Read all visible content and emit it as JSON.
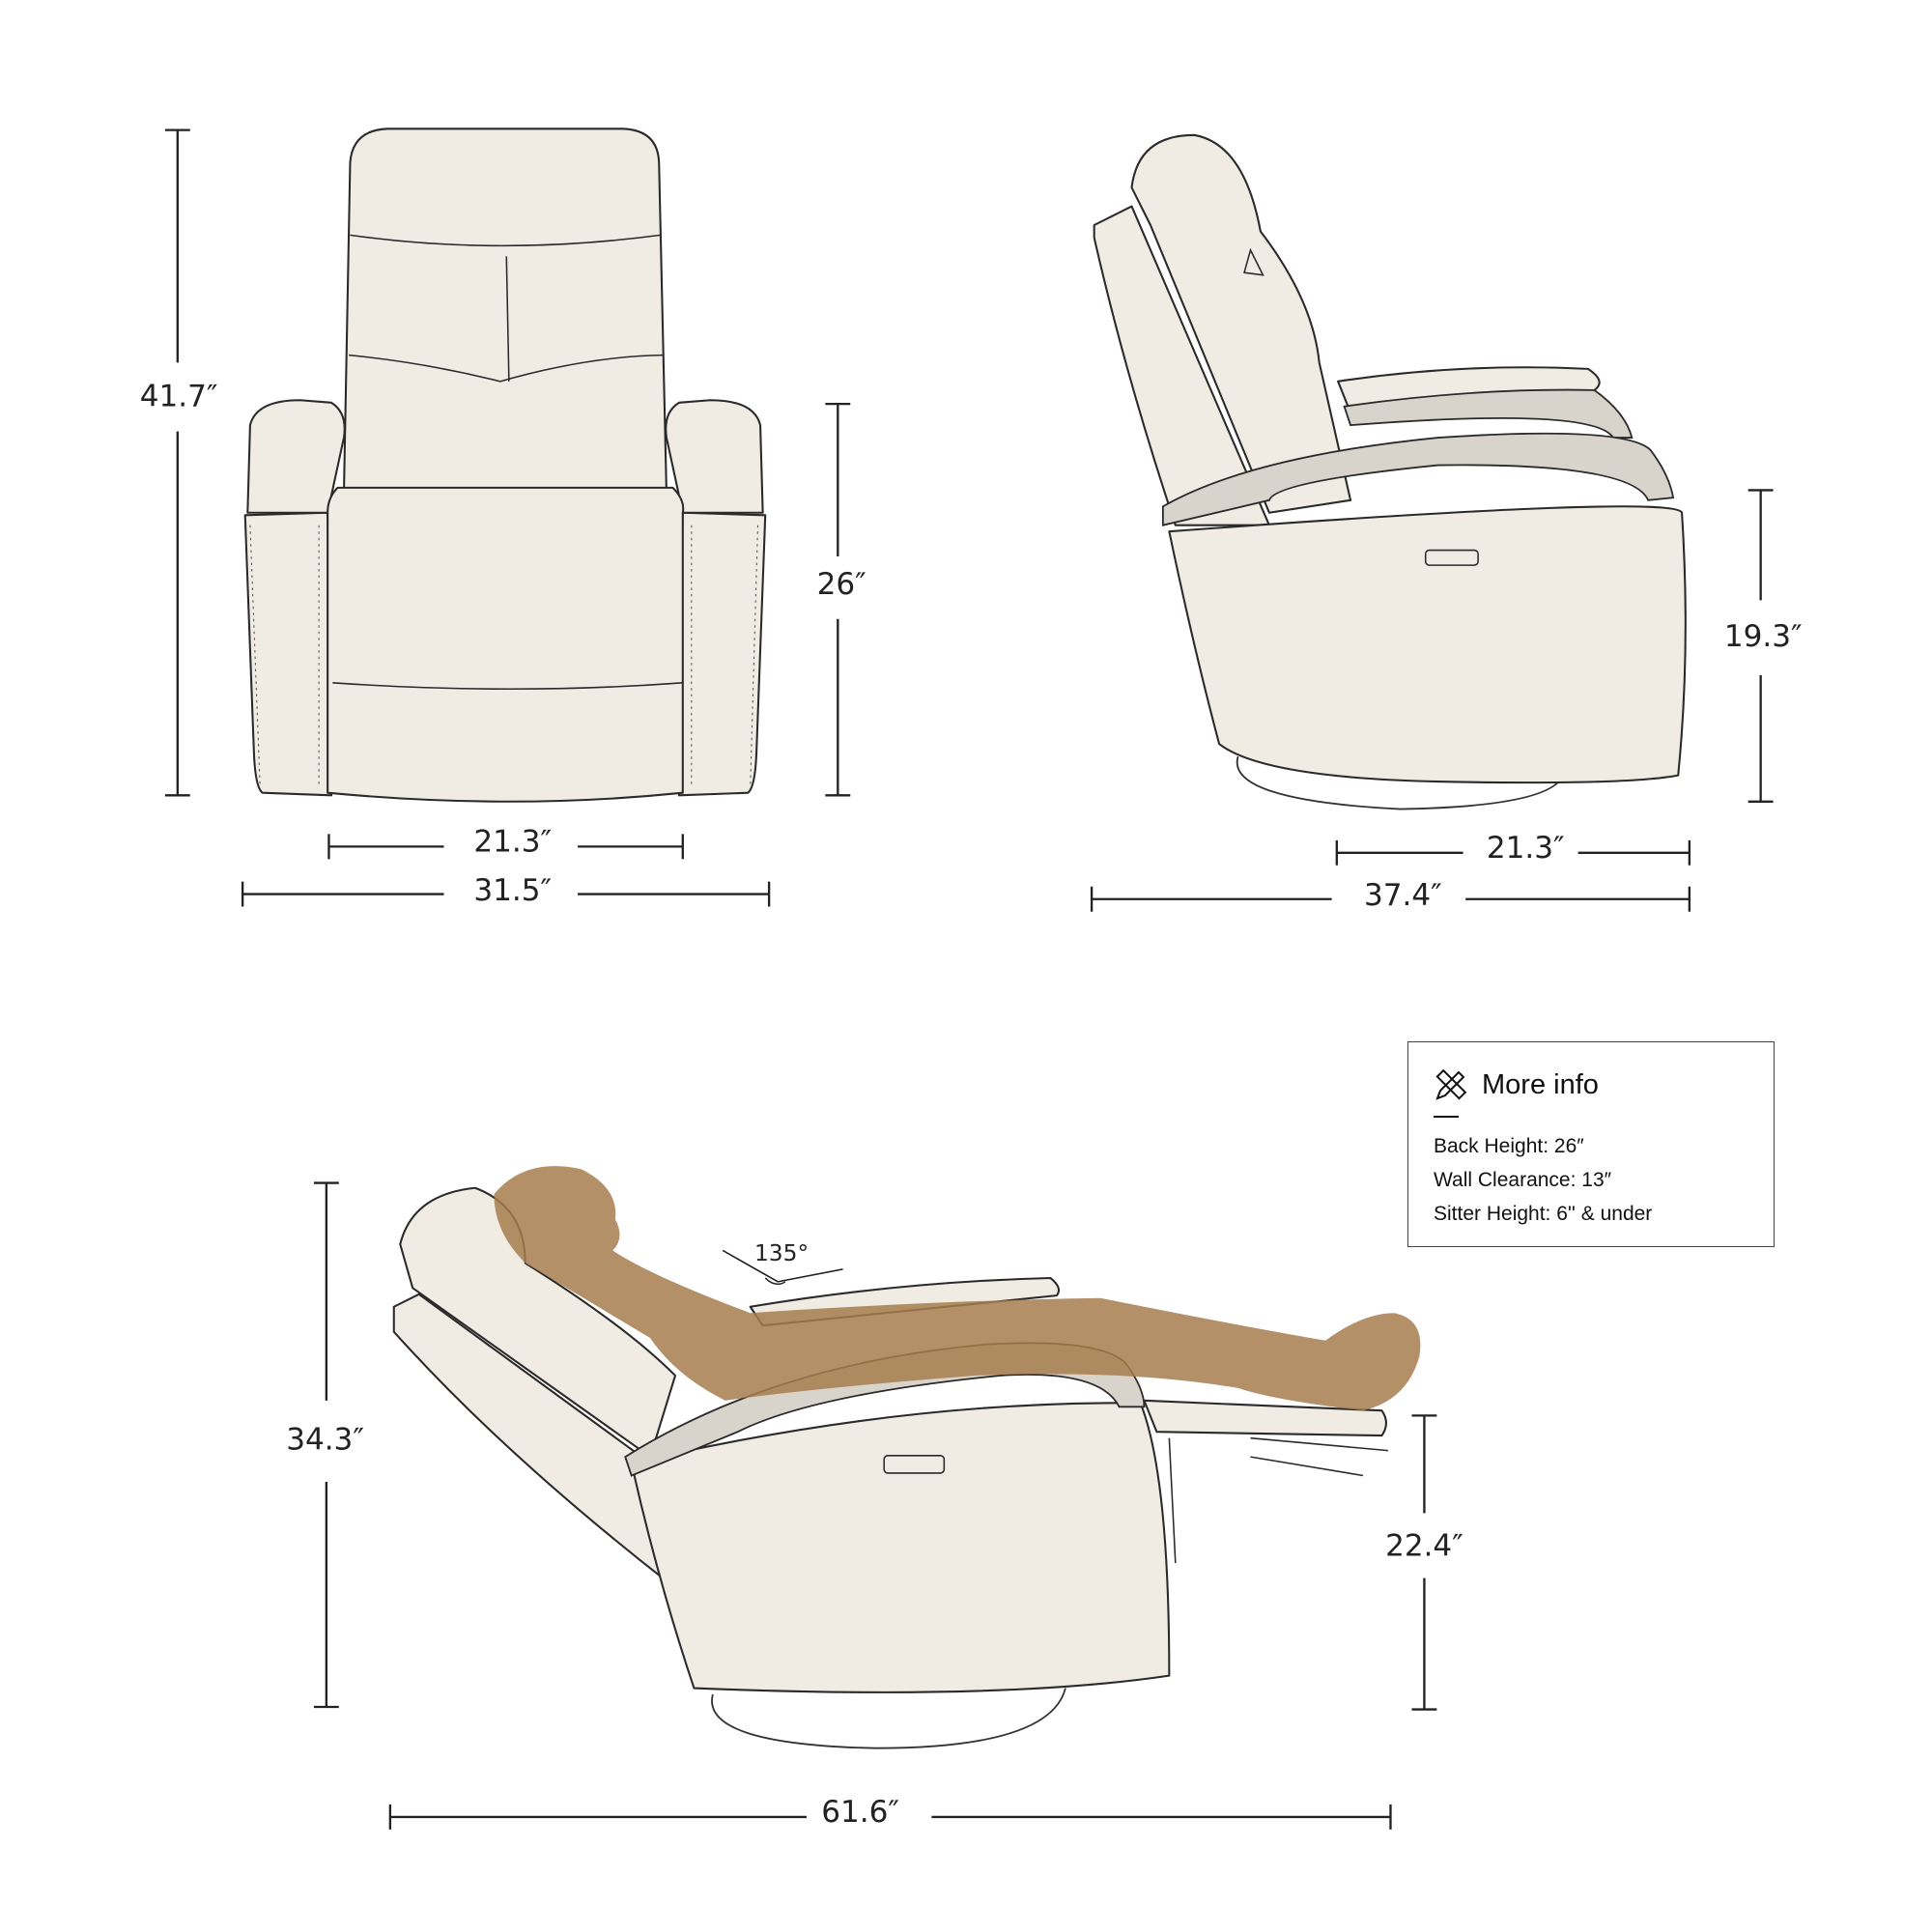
{
  "views": {
    "front": {
      "dimensions": {
        "overall_height": "41.7″",
        "back_height": "26″",
        "seat_width": "21.3″",
        "overall_width": "31.5″"
      }
    },
    "side": {
      "dimensions": {
        "seat_height": "19.3″",
        "seat_depth": "21.3″",
        "overall_depth": "37.4″"
      }
    },
    "reclined": {
      "dimensions": {
        "reclined_height": "34.3″",
        "recline_angle": "135°",
        "footrest_height": "22.4″",
        "reclined_length": "61.6″"
      }
    }
  },
  "info_box": {
    "icon": "ruler-pencil-icon",
    "title": "More info",
    "lines": [
      "Back Height: 26″",
      "Wall Clearance: 13″",
      "Sitter Height: 6'' & under"
    ]
  },
  "colors": {
    "upholstery": "#f0ece4",
    "arm_trim": "#d9d4cb",
    "person_silhouette": "#a67c4e",
    "line": "#222222"
  }
}
